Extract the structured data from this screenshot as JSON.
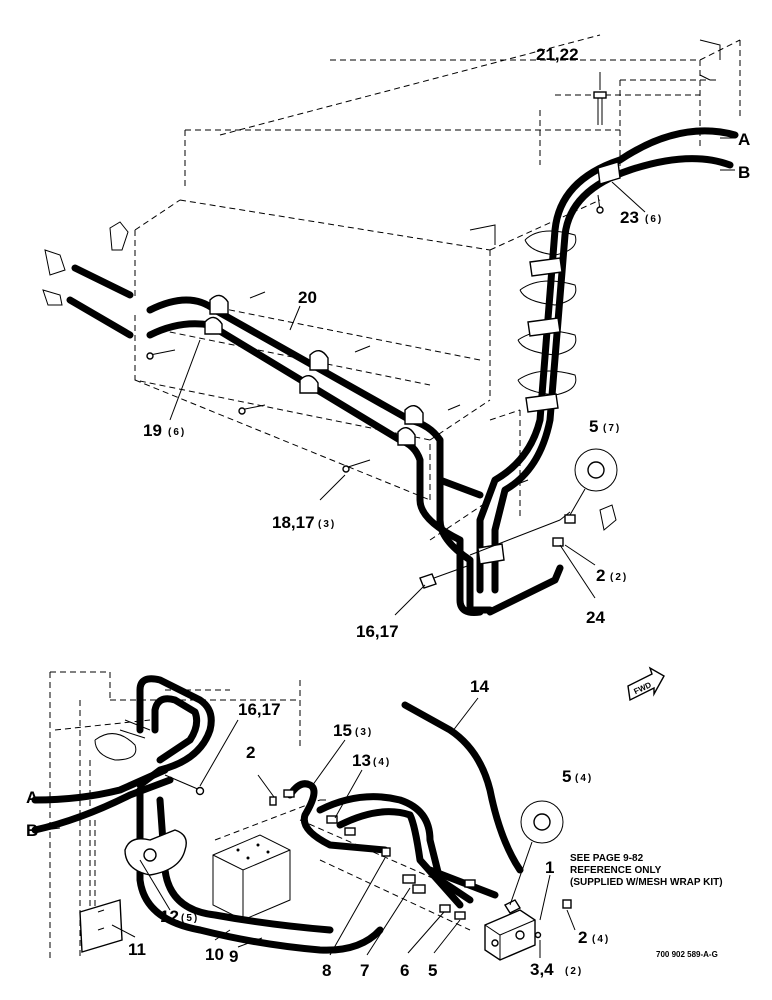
{
  "top_view": {
    "callouts": {
      "c21_22": "21,22",
      "cA": "A",
      "cB": "B",
      "c23": "23",
      "c23_qty": "(6)",
      "c20": "20",
      "c19": "19",
      "c19_qty": "(6)",
      "c18_17": "18,17",
      "c18_qty": "(3)",
      "c5": "5",
      "c5_qty": "(7)",
      "c2": "2",
      "c2_qty": "(2)",
      "c24": "24",
      "c16_17": "16,17"
    }
  },
  "bottom_view": {
    "fwd_label": "FWD",
    "callouts": {
      "c14": "14",
      "c16_17": "16,17",
      "c15": "15",
      "c15_qty": "(3)",
      "c13": "13",
      "c13_qty": "(4)",
      "c2": "2",
      "c5": "5",
      "c5_qty": "(4)",
      "cA": "A",
      "cB": "B",
      "c1": "1",
      "c12": "12",
      "c12_qty": "(5)",
      "c2b": "2",
      "c2b_qty": "(4)",
      "c11": "11",
      "c10": "10",
      "c9": "9",
      "c8": "8",
      "c7": "7",
      "c6": "6",
      "c5b": "5",
      "c3_4": "3,4",
      "c3_4_qty": "(2)"
    },
    "note_line1": "SEE PAGE 9-82",
    "note_line2": "REFERENCE ONLY",
    "note_line3": "(SUPPLIED W/MESH WRAP KIT)"
  },
  "figure_ref": "700 902 589-A-G"
}
